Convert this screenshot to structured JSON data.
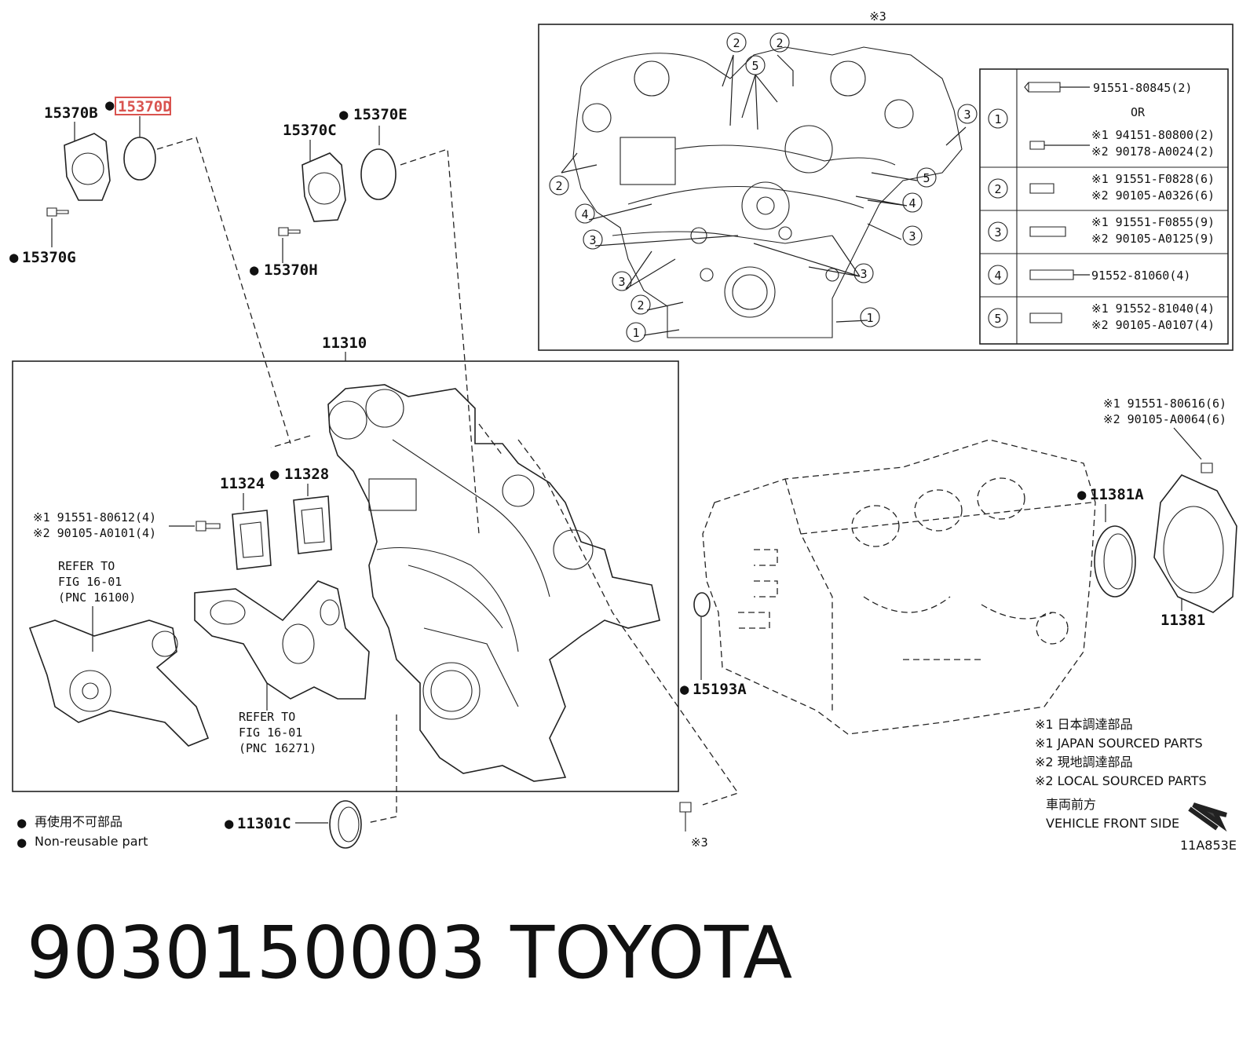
{
  "parts": {
    "p15370B": "15370B",
    "p15370D": "15370D",
    "p15370C": "15370C",
    "p15370E": "15370E",
    "p15370G": "15370G",
    "p15370H": "15370H",
    "p11310": "11310",
    "p11324": "11324",
    "p11328": "11328",
    "p11381A": "11381A",
    "p11381": "11381",
    "p15193A": "15193A",
    "p11301C": "11301C"
  },
  "bullet": "●",
  "ref_mark": "※",
  "inset": {
    "title": "※3",
    "circle_labels": [
      "1",
      "2",
      "3",
      "4",
      "5"
    ],
    "table": {
      "or": "OR",
      "rows": [
        {
          "num": "1",
          "lines": [
            "91551-80845(2)"
          ],
          "alt": [
            "※1 94151-80800(2)",
            "※2 90178-A0024(2)"
          ]
        },
        {
          "num": "2",
          "lines": [
            "※1 91551-F0828(6)",
            "※2 90105-A0326(6)"
          ]
        },
        {
          "num": "3",
          "lines": [
            "※1 91551-F0855(9)",
            "※2 90105-A0125(9)"
          ]
        },
        {
          "num": "4",
          "lines": [
            "91552-81060(4)"
          ]
        },
        {
          "num": "5",
          "lines": [
            "※1 91552-81040(4)",
            "※2 90105-A0107(4)"
          ]
        }
      ]
    }
  },
  "bolt_11324": [
    "※1 91551-80612(4)",
    "※2 90105-A0101(4)"
  ],
  "bolt_11381": [
    "※1 91551-80616(6)",
    "※2 90105-A0064(6)"
  ],
  "refer_1": [
    "REFER TO",
    "FIG 16-01",
    "(PNC 16100)"
  ],
  "refer_2": [
    "REFER TO",
    "FIG 16-01",
    "(PNC 16271)"
  ],
  "bolt_bottom_ref": "※3",
  "notes": {
    "lines": [
      "※1 日本調達部品",
      "※1 JAPAN SOURCED PARTS",
      "※2 現地調達部品",
      "※2 LOCAL SOURCED PARTS"
    ],
    "front_jp": "車両前方",
    "front_en": "VEHICLE FRONT SIDE",
    "fig_code": "11A853E"
  },
  "legend": {
    "jp": "再使用不可部品",
    "en": "Non-reusable part"
  },
  "caption": {
    "part_number": "9030150003",
    "brand": "TOYOTA"
  },
  "colors": {
    "highlight": "#d9534f",
    "ink": "#222222"
  }
}
